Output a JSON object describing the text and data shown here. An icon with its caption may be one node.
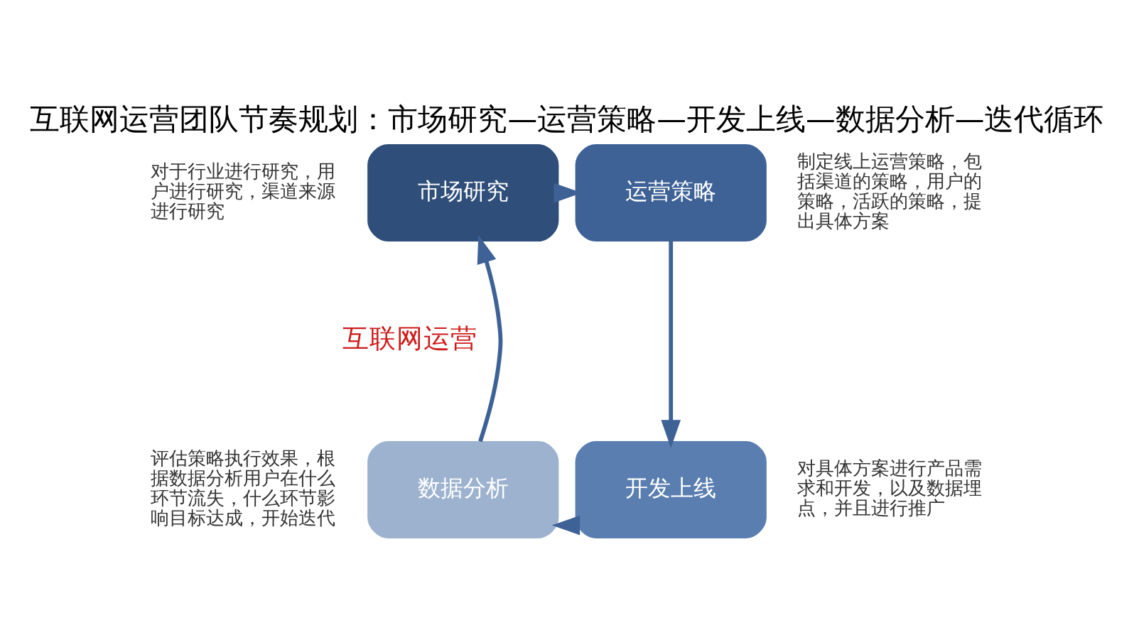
{
  "diagram": {
    "title": "互联网运营团队节奏规划：市场研究—运营策略—开发上线—数据分析—迭代循环",
    "nodes": [
      {
        "text": [
          "市场研究"
        ],
        "beside": [
          "对于行业进行研究，用户进行研究，渠道来源进行研究"
        ]
      },
      {
        "text": [
          "运营策略"
        ],
        "beside": [
          "制定线上运营策略，包括渠道的策略，用户的策略，活跃的策略，提出具体方案"
        ]
      },
      {
        "text": [
          "开发上线"
        ],
        "beside": [
          "对具体方案进行产品需求和开发，以及数据埋点，并且进行推广"
        ]
      },
      {
        "text": [
          "数据分析"
        ],
        "beside": [
          "评估策略执行效果，根据数据分析用户在什么环节流失，什么环节影响目标达成，开始迭代"
        ]
      }
    ],
    "edges": [
      {
        "from": 0,
        "to": 1,
        "arrow": "to"
      },
      {
        "from": 1,
        "to": 2,
        "arrow": "to"
      },
      {
        "from": 2,
        "to": 3,
        "arrow": "to"
      },
      {
        "from": 3,
        "to": 0,
        "arrow": "to"
      }
    ],
    "labels": [
      "互联网运营"
    ]
  }
}
